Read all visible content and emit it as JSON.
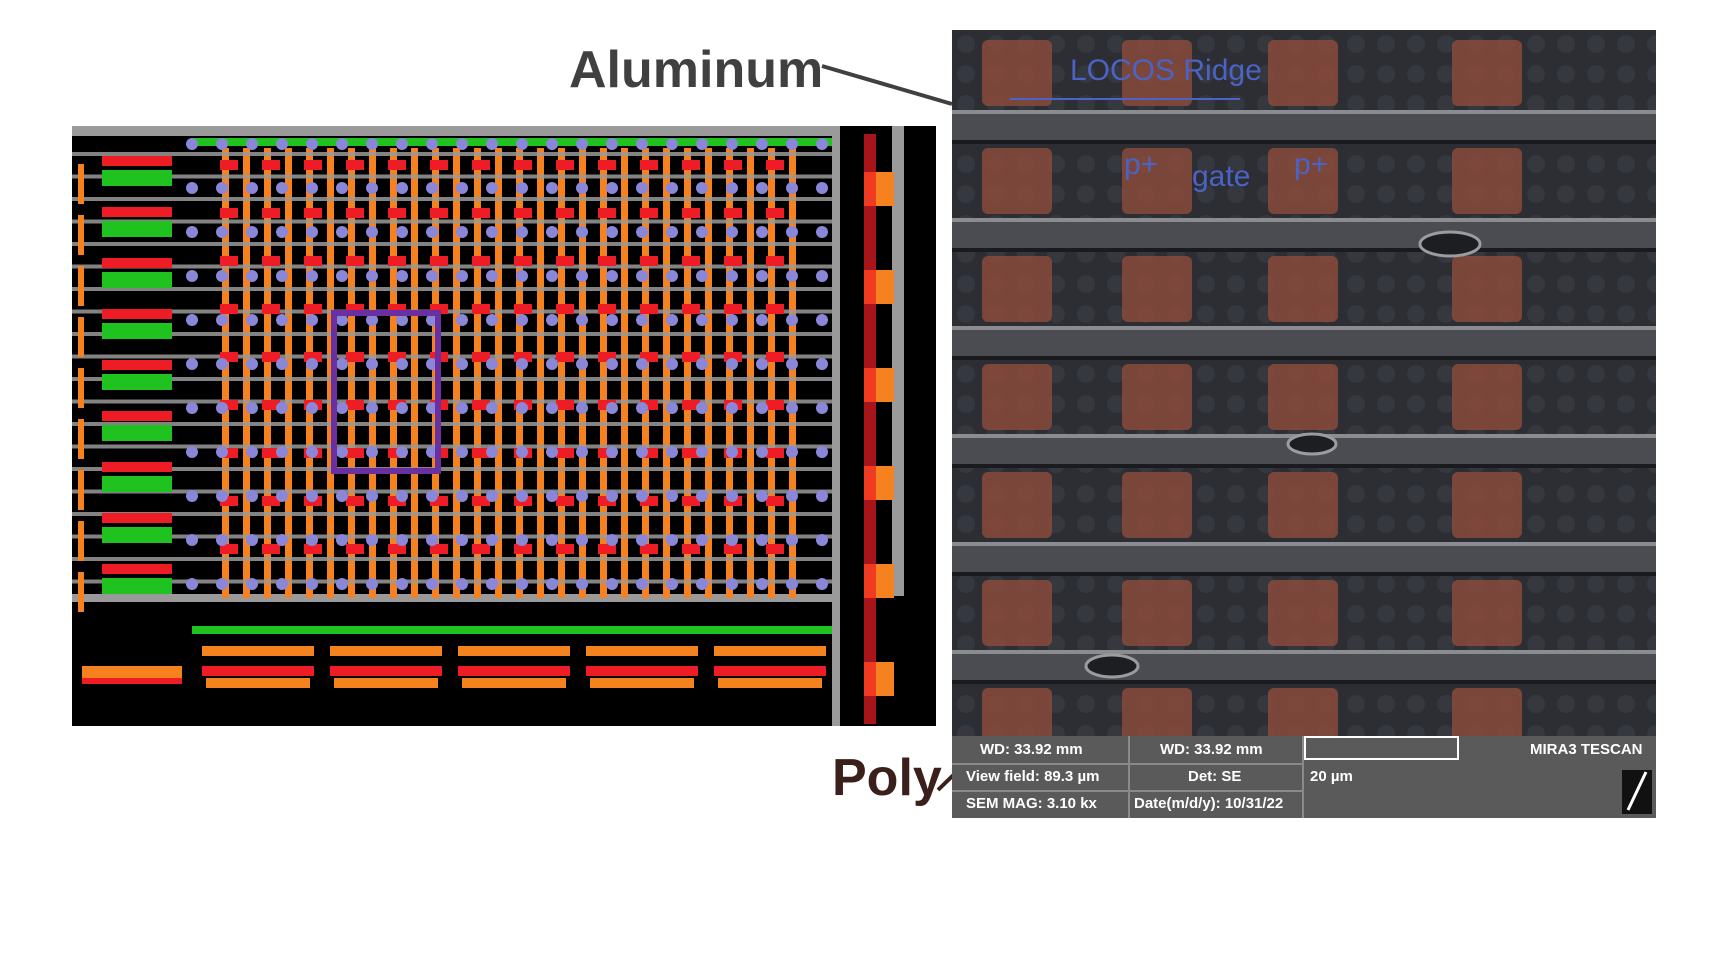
{
  "labels": {
    "aluminum": "Aluminum",
    "poly": "Poly"
  },
  "sem": {
    "annotations": {
      "locos": "LOCOS Ridge",
      "pplus_left": "p+",
      "gate": "gate",
      "pplus_right": "p+"
    },
    "databar": {
      "wd_left": "WD: 33.92 mm",
      "wd_right": "WD: 33.92 mm",
      "view_field": "View field: 89.3 µm",
      "detector": "Det: SE",
      "scale": "20 µm",
      "sem_mag": "SEM MAG: 3.10 kx",
      "date": "Date(m/d/y): 10/31/22",
      "brand": "MIRA3 TESCAN"
    }
  },
  "colors": {
    "orange": "#f5821f",
    "red": "#ee1c24",
    "green": "#1fc21f",
    "gray": "#9a9a9a",
    "blue_via": "#8a86d8",
    "purple_box": "#6a2fa0",
    "poly_tint": "#8a4a3c",
    "annotation_blue": "#4a63c4"
  }
}
